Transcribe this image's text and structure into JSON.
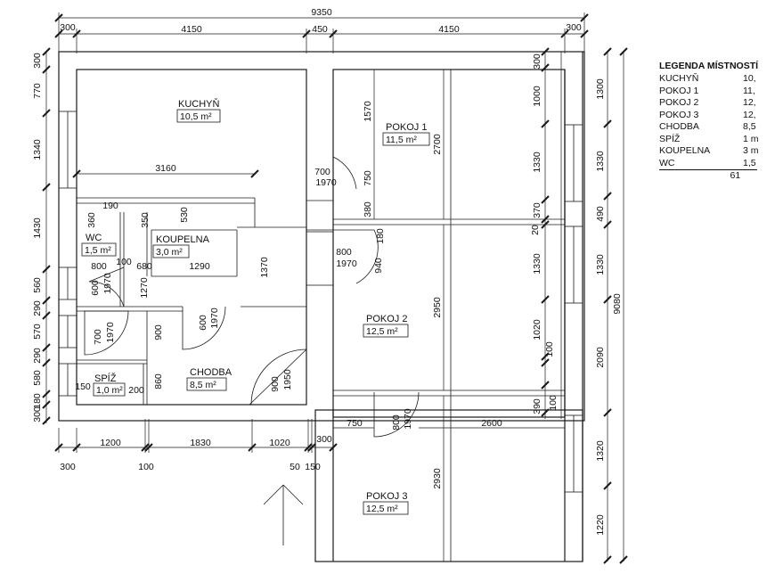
{
  "overall": {
    "top_width": "9350",
    "right_height": "9080"
  },
  "top_dims": [
    "300",
    "4150",
    "450",
    "4150",
    "300"
  ],
  "bottom_dims": {
    "segments": [
      "1200",
      "1830",
      "1020",
      "300"
    ],
    "below": [
      "300",
      "100",
      "50",
      "150"
    ]
  },
  "left_dims": [
    "300",
    "770",
    "1340",
    "1430",
    "560",
    "290",
    "570",
    "290",
    "580",
    "180",
    "300"
  ],
  "right_outer_dims": [
    "1300",
    "1330",
    "490",
    "1330",
    "2090",
    "1320",
    "1220"
  ],
  "right_inner_dims": [
    "300",
    "1000",
    "1330",
    "370",
    "20",
    "1330",
    "1020",
    "100",
    "390",
    "100"
  ],
  "rooms": [
    {
      "key": "kitchen",
      "name": "KUCHYŇ",
      "area": "10,5 m²"
    },
    {
      "key": "room1",
      "name": "POKOJ 1",
      "area": "11,5 m²"
    },
    {
      "key": "wc",
      "name": "WC",
      "area": "1,5 m²"
    },
    {
      "key": "bath",
      "name": "KOUPELNA",
      "area": "3,0 m²"
    },
    {
      "key": "room2",
      "name": "POKOJ 2",
      "area": "12,5 m²"
    },
    {
      "key": "pantry",
      "name": "SPÍŽ",
      "area": "1,0 m²"
    },
    {
      "key": "hall",
      "name": "CHODBA",
      "area": "8,5 m²"
    },
    {
      "key": "room3",
      "name": "POKOJ 3",
      "area": "12,5 m²"
    }
  ],
  "interior_dims": {
    "kitchen_width": "3160",
    "r1_side": "1570",
    "r1_width": "2700",
    "r1_low": "750",
    "r1_380": "380",
    "r1_180": "180",
    "r1_940": "940",
    "door1_w": "700",
    "door1_h": "1970",
    "door2_w": "800",
    "door2_h": "1970",
    "wc_190": "190",
    "wc_360": "360",
    "bath_350": "350",
    "bath_530": "530",
    "bath_1370": "1370",
    "wc_800": "800",
    "wc_100": "100",
    "bath_680": "680",
    "bath_1290": "1290",
    "wc_door_600": "600",
    "wc_door_1970": "1970",
    "bath_door_1270": "1270",
    "bath_door_600": "600",
    "bath_door_1970": "1970",
    "pantry_700": "700",
    "pantry_1970": "1970",
    "hall_900": "900",
    "hall_860": "860",
    "pantry_150": "150",
    "pantry_200": "200",
    "entry_900": "900",
    "entry_1950": "1950",
    "r2_2950": "2950",
    "r3_750": "750",
    "r3_door_800": "800",
    "r3_door_1970": "1970",
    "r3_2600": "2600",
    "r3_2930": "2930"
  },
  "legend": {
    "title": "LEGENDA MÍSTNOSTÍ",
    "rows": [
      {
        "name": "KUCHYŇ",
        "value": "10,"
      },
      {
        "name": "POKOJ 1",
        "value": "11,"
      },
      {
        "name": "POKOJ 2",
        "value": "12,"
      },
      {
        "name": "POKOJ 3",
        "value": "12,"
      },
      {
        "name": "CHODBA",
        "value": "8,5"
      },
      {
        "name": "SPÍŽ",
        "value": "1 m"
      },
      {
        "name": "KOUPELNA",
        "value": "3 m"
      },
      {
        "name": "WC",
        "value": "1,5"
      }
    ],
    "total": "61"
  }
}
